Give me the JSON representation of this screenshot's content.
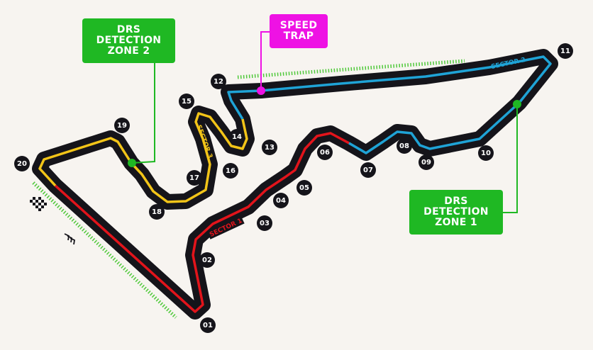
{
  "labels": {
    "drs_zone_2": [
      "DRS",
      "DETECTION",
      "ZONE 2"
    ],
    "drs_zone_1": [
      "DRS",
      "DETECTION",
      "ZONE 1"
    ],
    "speed_trap": [
      "SPEED",
      "TRAP"
    ]
  },
  "sectors": {
    "s1": "SECTOR 1",
    "s2": "SECTOR 2",
    "s3": "SECTOR 3"
  },
  "turns": [
    "01",
    "02",
    "03",
    "04",
    "05",
    "06",
    "07",
    "08",
    "09",
    "10",
    "11",
    "12",
    "13",
    "14",
    "15",
    "16",
    "17",
    "18",
    "19",
    "20"
  ],
  "colors": {
    "sector1": "#e2141b",
    "sector2": "#1fa3d6",
    "sector3": "#f2c418",
    "track": "#15141a",
    "drs": "#1fb823",
    "trap": "#ee12e4"
  },
  "icons": {
    "start": "chequered-flag-icon",
    "direction": "direction-chevrons-icon"
  }
}
